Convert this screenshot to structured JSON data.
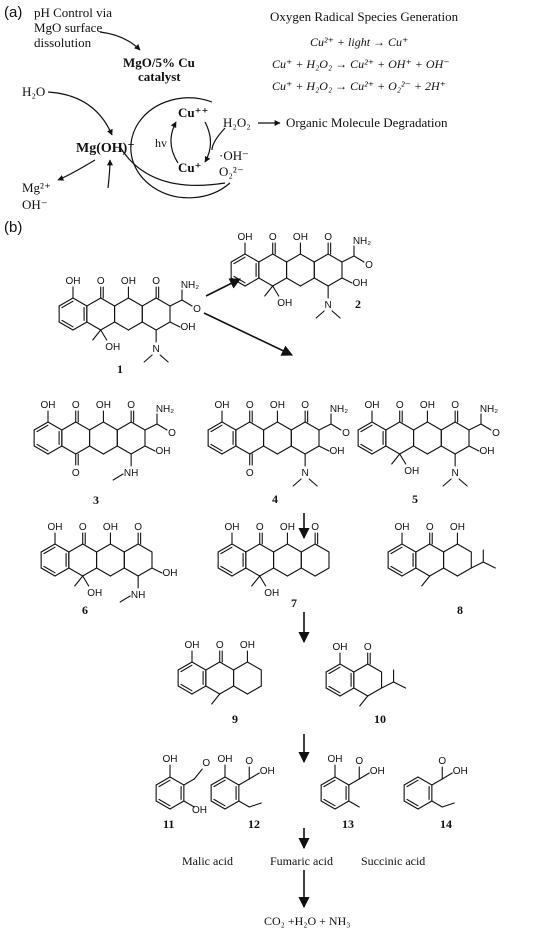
{
  "panel_a": {
    "label": "(a)",
    "ph_control": [
      "pH Control via",
      "MgO surface",
      "dissolution"
    ],
    "catalyst": [
      "MgO/5% Cu",
      "catalyst"
    ],
    "h2o": "H₂O",
    "mgoh": "Mg(OH)⁺",
    "mg2": "Mg²⁺",
    "oh_minus": "OH⁻",
    "cu2": "Cu⁺⁺",
    "cu1": "Cu⁺",
    "hv": "hv",
    "h2o2": "H₂O₂",
    "oh_radical": "·OH⁻",
    "o2": "O₂²⁻",
    "degradation": "Organic Molecule Degradation",
    "ros_title": "Oxygen Radical Species Generation",
    "equations": [
      "Cu²⁺ + light → Cu⁺",
      "Cu⁺ + H₂O₂ → Cu²⁺ + OH⁺ + OH⁻",
      "Cu⁺ + H₂O₂ → Cu²⁺ +  O₂²⁻ + 2H⁺"
    ]
  },
  "panel_b": {
    "label": "(b)",
    "sub": {
      "oh": "OH",
      "o": "O",
      "nh2": "NH₂",
      "n": "N",
      "nh": "NH"
    },
    "compounds": [
      "1",
      "2",
      "3",
      "4",
      "5",
      "6",
      "7",
      "8",
      "9",
      "10",
      "11",
      "12",
      "13",
      "14"
    ],
    "products": [
      "Malic acid",
      "Fumaric acid",
      "Succinic acid"
    ],
    "final": "CO₂ +H₂O + NH₃"
  },
  "colors": {
    "ink": "#111111",
    "background": "#ffffff"
  }
}
